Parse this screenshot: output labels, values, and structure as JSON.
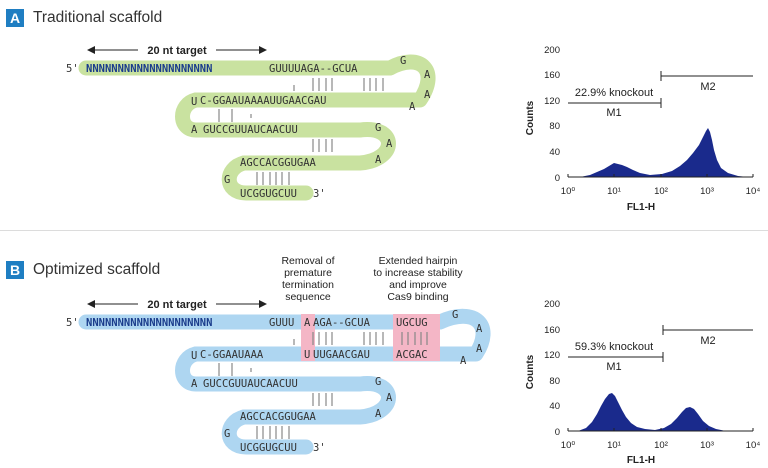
{
  "panel_a": {
    "letter": "A",
    "title": "Traditional scaffold",
    "target_label": "20 nt target",
    "five_prime": "5'",
    "target_seq": "NNNNNNNNNNNNNNNNNNNN",
    "stem1_top": "GUUUUAGA--GCUA",
    "stem1_bottom": "C-GGAAUAAAAUUGAACGAU",
    "loop1": [
      "G",
      "A",
      "A",
      "A"
    ],
    "hinge": [
      "U",
      "A"
    ],
    "stem2_top": "GUCCGUUAUCAACUU",
    "loop2": [
      "G",
      "A",
      "A"
    ],
    "stem2_bottom": "AGCCACGGUGAA",
    "loop3": "G",
    "tail": "UCGGUGCUU",
    "three_prime": "3'",
    "histogram": {
      "type": "area",
      "ylabel": "Counts",
      "xlabel": "FL1-H",
      "yticks": [
        "0",
        "40",
        "80",
        "120",
        "160",
        "200"
      ],
      "xticks": [
        "10⁰",
        "10¹",
        "10²",
        "10³",
        "10⁴"
      ],
      "gate_m1": "M1",
      "gate_m2": "M2",
      "knockout": "22.9% knockout",
      "color": "#1a2a8c"
    }
  },
  "panel_b": {
    "letter": "B",
    "title": "Optimized scaffold",
    "target_label": "20 nt target",
    "annotation_1": [
      "Removal of",
      "premature",
      "termination",
      "sequence"
    ],
    "annotation_2": [
      "Extended hairpin",
      "to increase stability",
      "and improve",
      "Cas9 binding"
    ],
    "five_prime": "5'",
    "target_seq": "NNNNNNNNNNNNNNNNNNNN",
    "stem1_top_a": "GUUU",
    "stem1_top_mut": "A",
    "stem1_top_b": "AGA--GCUA",
    "stem1_top_ext": "UGCUG",
    "stem1_bottom_a": "C-GGAAUAAA",
    "stem1_bottom_mut": "U",
    "stem1_bottom_b": "UUGAACGAU",
    "stem1_bottom_ext": "ACGAC",
    "loop1": [
      "G",
      "A",
      "A",
      "A"
    ],
    "hinge": [
      "U",
      "A"
    ],
    "stem2_top": "GUCCGUUAUCAACUU",
    "loop2": [
      "G",
      "A",
      "A"
    ],
    "stem2_bottom": "AGCCACGGUGAA",
    "loop3": "G",
    "tail": "UCGGUGCUU",
    "three_prime": "3'",
    "histogram": {
      "type": "area",
      "ylabel": "Counts",
      "xlabel": "FL1-H",
      "yticks": [
        "0",
        "40",
        "80",
        "120",
        "160",
        "200"
      ],
      "xticks": [
        "10⁰",
        "10¹",
        "10²",
        "10³",
        "10⁴"
      ],
      "gate_m1": "M1",
      "gate_m2": "M2",
      "knockout": "59.3% knockout",
      "color": "#1a2a8c"
    }
  },
  "colors": {
    "panel_letter_bg": "#1f7ec2",
    "scaffold_a": "#c9e2a0",
    "scaffold_b": "#aed6f1",
    "highlight": "#f4b6c6",
    "target_text": "#1a3c8c"
  }
}
